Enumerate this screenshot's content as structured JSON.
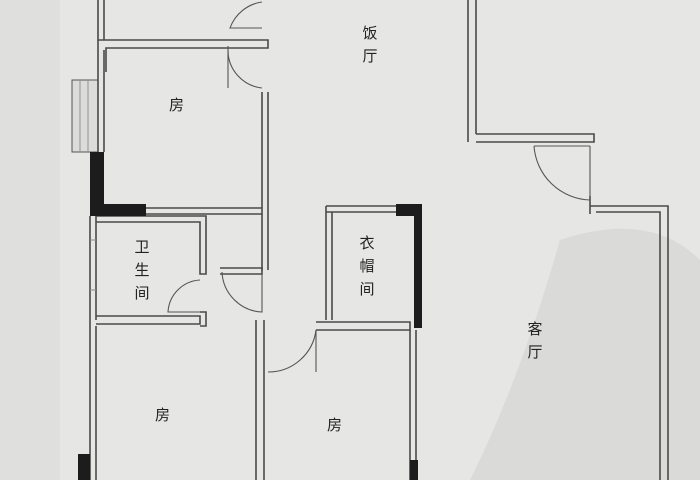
{
  "rooms": {
    "dining": "饭厅",
    "bedroom_top": "房",
    "bathroom": "卫生间",
    "closet": "衣帽间",
    "living": "客厅",
    "bedroom_bottom_left": "房",
    "bedroom_bottom_mid": "房"
  },
  "colors": {
    "paper": "#e6e6e4",
    "wall_line": "#4a4a4a",
    "solid_wall": "#1c1c1c"
  }
}
